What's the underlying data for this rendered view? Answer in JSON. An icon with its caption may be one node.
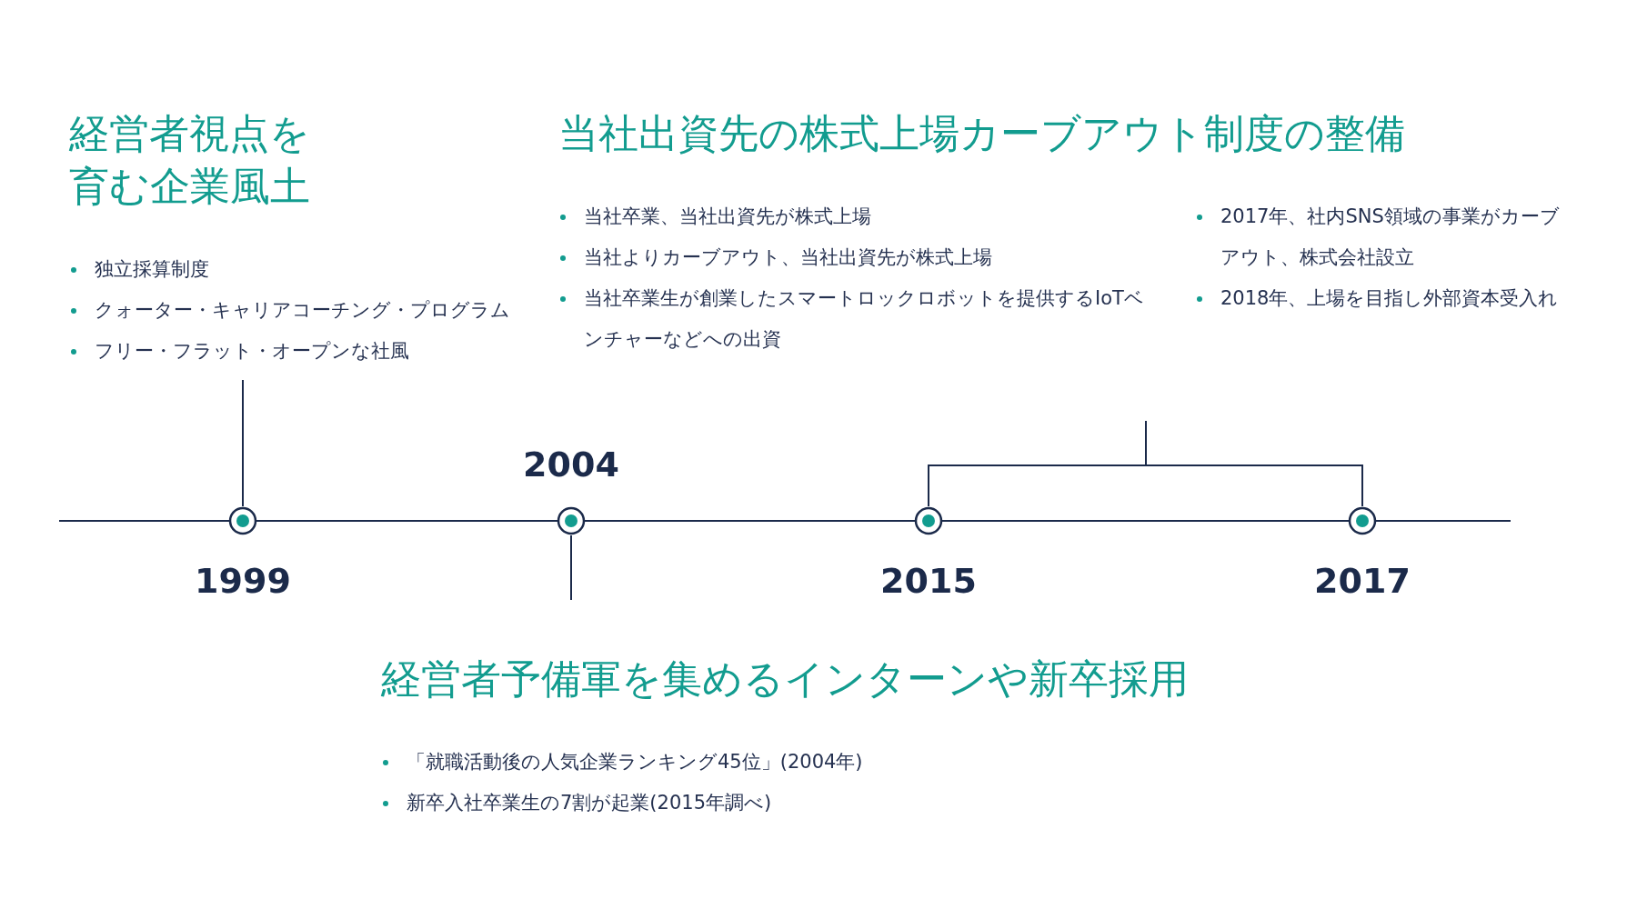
{
  "diagram": {
    "nodes": [
      {
        "text": [
          "経営者視点を育む企業風土",
          "独立採算制度",
          "クォーター・キャリアコーチング・プログラム",
          "フリー・フラット・オープンな社風"
        ]
      },
      {
        "text": [
          "当社出資先の株式上場カーブアウト制度の整備",
          "当社卒業、当社出資先が株式上場",
          "当社よりカーブアウト、当社出資先が株式上場",
          "当社卒業生が創業したスマートロックロボットを提供するIoTベンチャーなどへの出資",
          "2017年、社内SNS領域の事業がカーブアウト、株式会社設立",
          "2018年、上場を目指し外部資本受入れ"
        ]
      },
      {
        "text": [
          "経営者予備軍を集めるインターンや新卒採用",
          "「就職活動後の人気企業ランキング45位」(2004年)",
          "新卒入社卒業生の7割が起業(2015年調べ)"
        ]
      },
      {
        "text": [],
        "shape": "circle",
        "beside": [
          "1999"
        ]
      },
      {
        "text": [],
        "shape": "circle",
        "beside": [
          "2004"
        ]
      },
      {
        "text": [],
        "shape": "circle",
        "beside": [
          "2015"
        ]
      },
      {
        "text": [],
        "shape": "circle",
        "beside": [
          "2017"
        ]
      }
    ],
    "edges": [
      {
        "from": 3,
        "to": 0,
        "arrow": "none"
      },
      {
        "from": 4,
        "to": 2,
        "arrow": "none"
      },
      {
        "from": 5,
        "to": 1,
        "arrow": "none"
      },
      {
        "from": 6,
        "to": 1,
        "arrow": "none"
      }
    ]
  }
}
